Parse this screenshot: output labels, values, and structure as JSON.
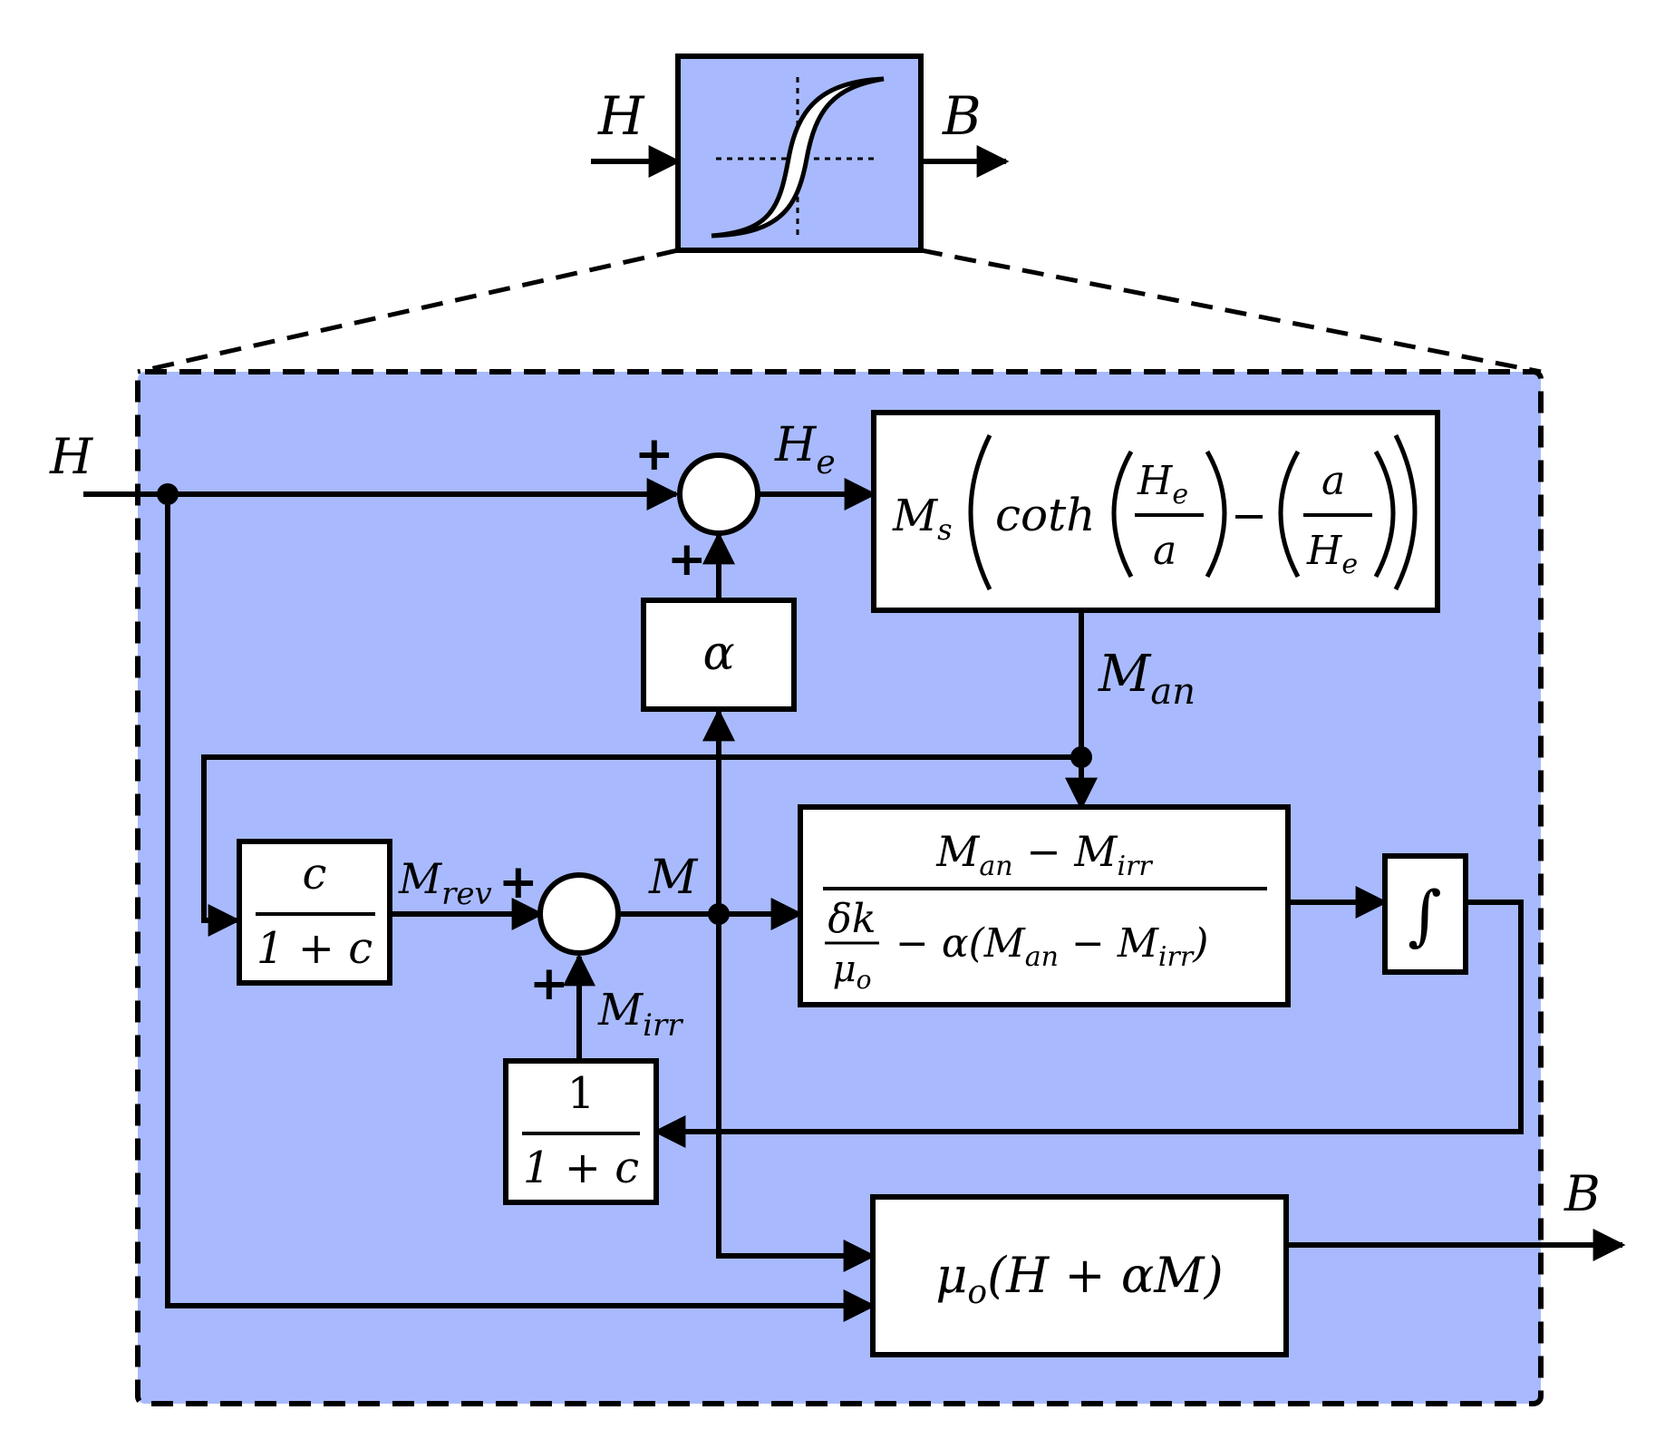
{
  "colors": {
    "panel_fill": "#a8bafd",
    "block_fill": "#ffffff",
    "stroke": "#000000"
  },
  "top_block": {
    "input_label": "H",
    "output_label": "B",
    "icon": "hysteresis-loop-icon"
  },
  "detail": {
    "input_label": "H",
    "output_label": "B",
    "signals": {
      "He": "H",
      "He_sub": "e",
      "Man": "M",
      "Man_sub": "an",
      "Mrev": "M",
      "Mrev_sub": "rev",
      "M": "M",
      "Mirr": "M",
      "Mirr_sub": "irr"
    },
    "summers": {
      "plus": "+"
    },
    "blocks": {
      "alpha": "α",
      "langevin": {
        "Ms": "M",
        "Ms_sub": "s",
        "coth": "coth",
        "He": "H",
        "He_sub": "e",
        "a": "a",
        "minus": "−"
      },
      "c_ratio": {
        "num": "c",
        "den": "1 + c"
      },
      "inv_ratio": {
        "num": "1",
        "den": "1 + c"
      },
      "irr_derivative": {
        "num_a": "M",
        "num_a_sub": "an",
        "num_minus": " − ",
        "num_b": "M",
        "num_b_sub": "irr",
        "dk": "δk",
        "mu": "μ",
        "mu_sub": "o",
        "den_rest_a": "− α(M",
        "den_rest_a_sub": "an",
        "den_rest_b": " − M",
        "den_rest_b_sub": "irr",
        "den_close": ")"
      },
      "integrator": "∫",
      "flux": {
        "mu": "μ",
        "mu_sub": "o",
        "rest": "(H + αM)"
      }
    }
  }
}
